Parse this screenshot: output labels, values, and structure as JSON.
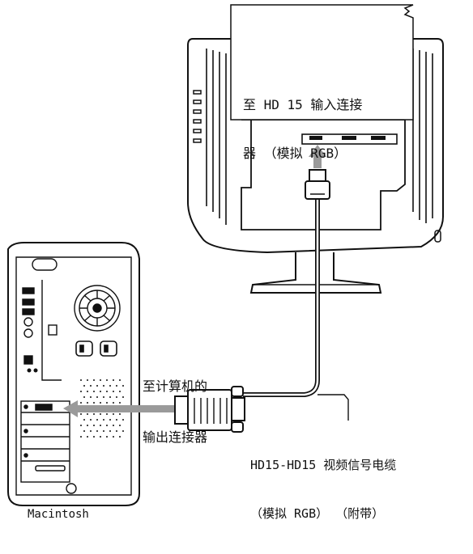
{
  "labels": {
    "monitor_connector": [
      "至 HD 15 输入连接",
      "器 （模拟 RGB）"
    ],
    "computer_connector": [
      "至计算机的",
      "输出连接器"
    ],
    "cable": [
      "HD15-HD15 视频信号电缆",
      "（模拟 RGB） （附带）"
    ],
    "computer_name": "Macintosh"
  },
  "colors": {
    "ink": "#111111",
    "arrow_gray": "#9a9a9a",
    "panel_gray": "#bdbdbd",
    "stand_gray": "#d6d6d6"
  }
}
